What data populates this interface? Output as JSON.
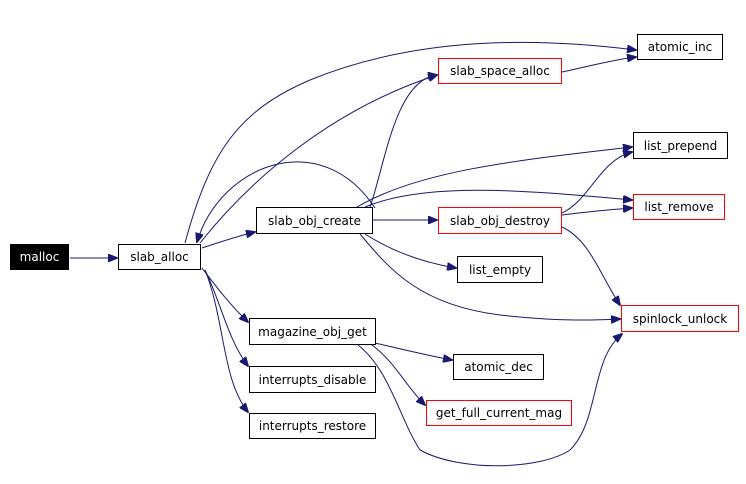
{
  "graph": {
    "edge_color": "#191970",
    "nodes": {
      "malloc": "malloc",
      "slab_alloc": "slab_alloc",
      "slab_obj_create": "slab_obj_create",
      "slab_space_alloc": "slab_space_alloc",
      "atomic_inc": "atomic_inc",
      "list_prepend": "list_prepend",
      "slab_obj_destroy": "slab_obj_destroy",
      "list_remove": "list_remove",
      "list_empty": "list_empty",
      "spinlock_unlock": "spinlock_unlock",
      "magazine_obj_get": "magazine_obj_get",
      "atomic_dec": "atomic_dec",
      "get_full_current_mag": "get_full_current_mag",
      "interrupts_disable": "interrupts_disable",
      "interrupts_restore": "interrupts_restore"
    },
    "red_bordered_nodes": [
      "slab_space_alloc",
      "slab_obj_destroy",
      "list_remove",
      "spinlock_unlock",
      "get_full_current_mag"
    ],
    "edges": [
      [
        "malloc",
        "slab_alloc"
      ],
      [
        "slab_alloc",
        "slab_obj_create"
      ],
      [
        "slab_alloc",
        "slab_space_alloc"
      ],
      [
        "slab_alloc",
        "atomic_inc"
      ],
      [
        "slab_alloc",
        "magazine_obj_get"
      ],
      [
        "slab_alloc",
        "interrupts_disable"
      ],
      [
        "slab_alloc",
        "interrupts_restore"
      ],
      [
        "slab_obj_create",
        "slab_alloc"
      ],
      [
        "slab_obj_create",
        "slab_space_alloc"
      ],
      [
        "slab_obj_create",
        "list_prepend"
      ],
      [
        "slab_obj_create",
        "list_remove"
      ],
      [
        "slab_obj_create",
        "slab_obj_destroy"
      ],
      [
        "slab_obj_create",
        "list_empty"
      ],
      [
        "slab_obj_create",
        "spinlock_unlock"
      ],
      [
        "slab_space_alloc",
        "atomic_inc"
      ],
      [
        "slab_obj_destroy",
        "list_prepend"
      ],
      [
        "slab_obj_destroy",
        "list_remove"
      ],
      [
        "slab_obj_destroy",
        "spinlock_unlock"
      ],
      [
        "magazine_obj_get",
        "atomic_dec"
      ],
      [
        "magazine_obj_get",
        "get_full_current_mag"
      ],
      [
        "magazine_obj_get",
        "spinlock_unlock"
      ]
    ]
  }
}
